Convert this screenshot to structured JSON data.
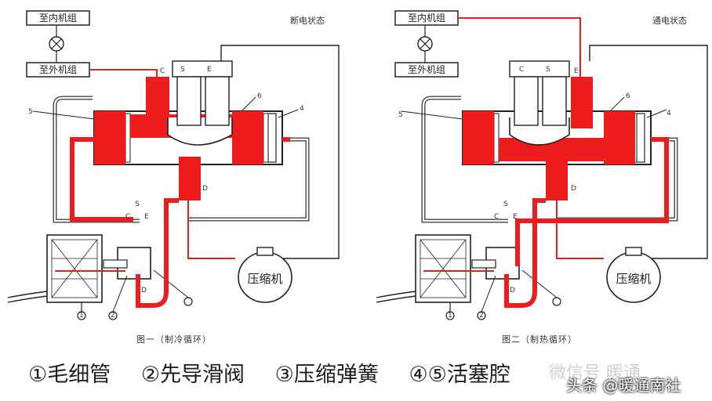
{
  "left_diagram": {
    "indoor_unit": "至内机组",
    "outdoor_unit": "至外机组",
    "state": "断电状态",
    "compressor": "压缩机",
    "caption": "图一（制冷循环）",
    "labels": {
      "c1": "C",
      "s1": "S",
      "e1": "E",
      "d1": "D",
      "n6": "6",
      "n4": "4",
      "n5": "5",
      "n2": "2",
      "s2": "S",
      "c2": "C",
      "e2": "E",
      "d2": "D",
      "n1": "1"
    }
  },
  "right_diagram": {
    "indoor_unit": "至内机组",
    "outdoor_unit": "至外机组",
    "state": "通电状态",
    "compressor": "压缩机",
    "caption": "图二（制热循环）",
    "labels": {
      "c1": "C",
      "s1": "S",
      "e1": "E",
      "d1": "D",
      "n6": "6",
      "n4": "4",
      "n5": "5",
      "n2": "2",
      "s2": "S",
      "c2": "C",
      "e2": "E",
      "d2": "D",
      "n1": "1"
    }
  },
  "legend": {
    "item1": "①毛细管",
    "item2": "②先导滑阀",
    "item3": "③压缩弹簧",
    "item4": "④⑤活塞腔"
  },
  "watermark": {
    "wechat": "微信号 暖通",
    "toutiao": "头条 @暖通南社"
  },
  "colors": {
    "refrigerant_hot": "#ee1c1c",
    "pipe": "#333333",
    "background": "#ffffff"
  }
}
